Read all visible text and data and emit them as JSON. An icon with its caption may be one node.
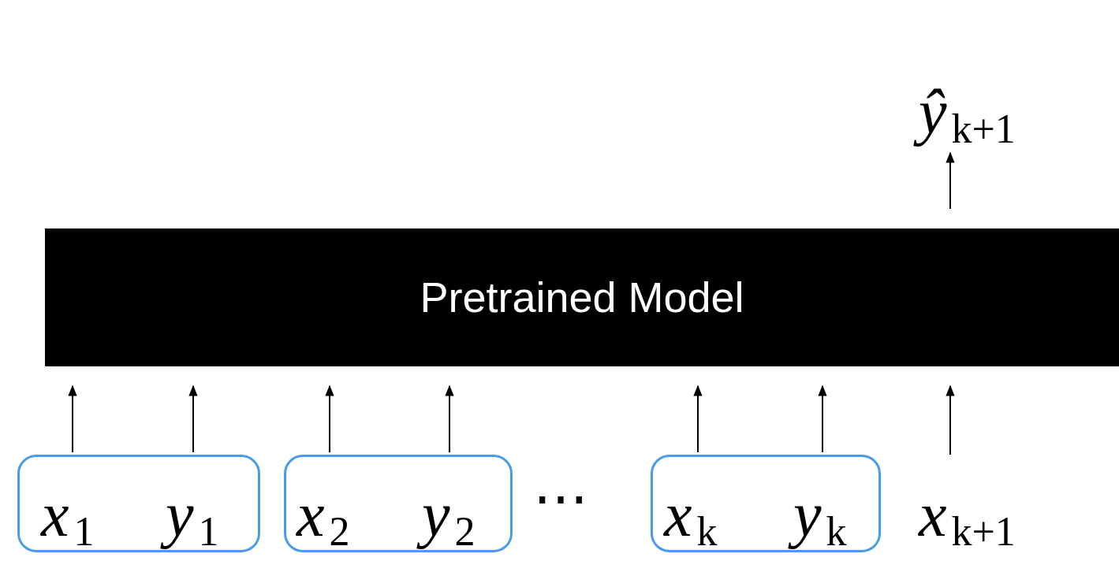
{
  "diagram": {
    "nodes": [
      {
        "text": [
          "Pretrained Model"
        ]
      },
      {
        "text": [],
        "shape": "box"
      },
      {
        "text": [
          "*x*$_{1}$"
        ],
        "in": 1
      },
      {
        "text": [
          "*y*$_{1}$"
        ],
        "in": 1
      },
      {
        "text": [],
        "shape": "box"
      },
      {
        "text": [
          "*x*$_{2}$"
        ],
        "in": 4
      },
      {
        "text": [
          "*y*$_{2}$"
        ],
        "in": 4
      },
      {
        "text": [],
        "shape": "box"
      },
      {
        "text": [
          "*x*$_{k}$"
        ],
        "in": 7
      },
      {
        "text": [
          "*y*$_{k}$"
        ],
        "in": 7
      },
      {
        "text": [
          "*x*$_{k+1}$"
        ]
      },
      {
        "text": [
          "*ŷ*$_{k+1}$"
        ]
      }
    ],
    "edges": [
      {
        "from": 2,
        "to": 0,
        "arrow": "to"
      },
      {
        "from": 3,
        "to": 0,
        "arrow": "to"
      },
      {
        "from": 5,
        "to": 0,
        "arrow": "to"
      },
      {
        "from": 6,
        "to": 0,
        "arrow": "to"
      },
      {
        "from": 8,
        "to": 0,
        "arrow": "to"
      },
      {
        "from": 9,
        "to": 0,
        "arrow": "to"
      },
      {
        "from": 10,
        "to": 0,
        "arrow": "to"
      },
      {
        "from": 0,
        "to": 11,
        "arrow": "to"
      }
    ],
    "labels": [
      "⋯"
    ]
  }
}
